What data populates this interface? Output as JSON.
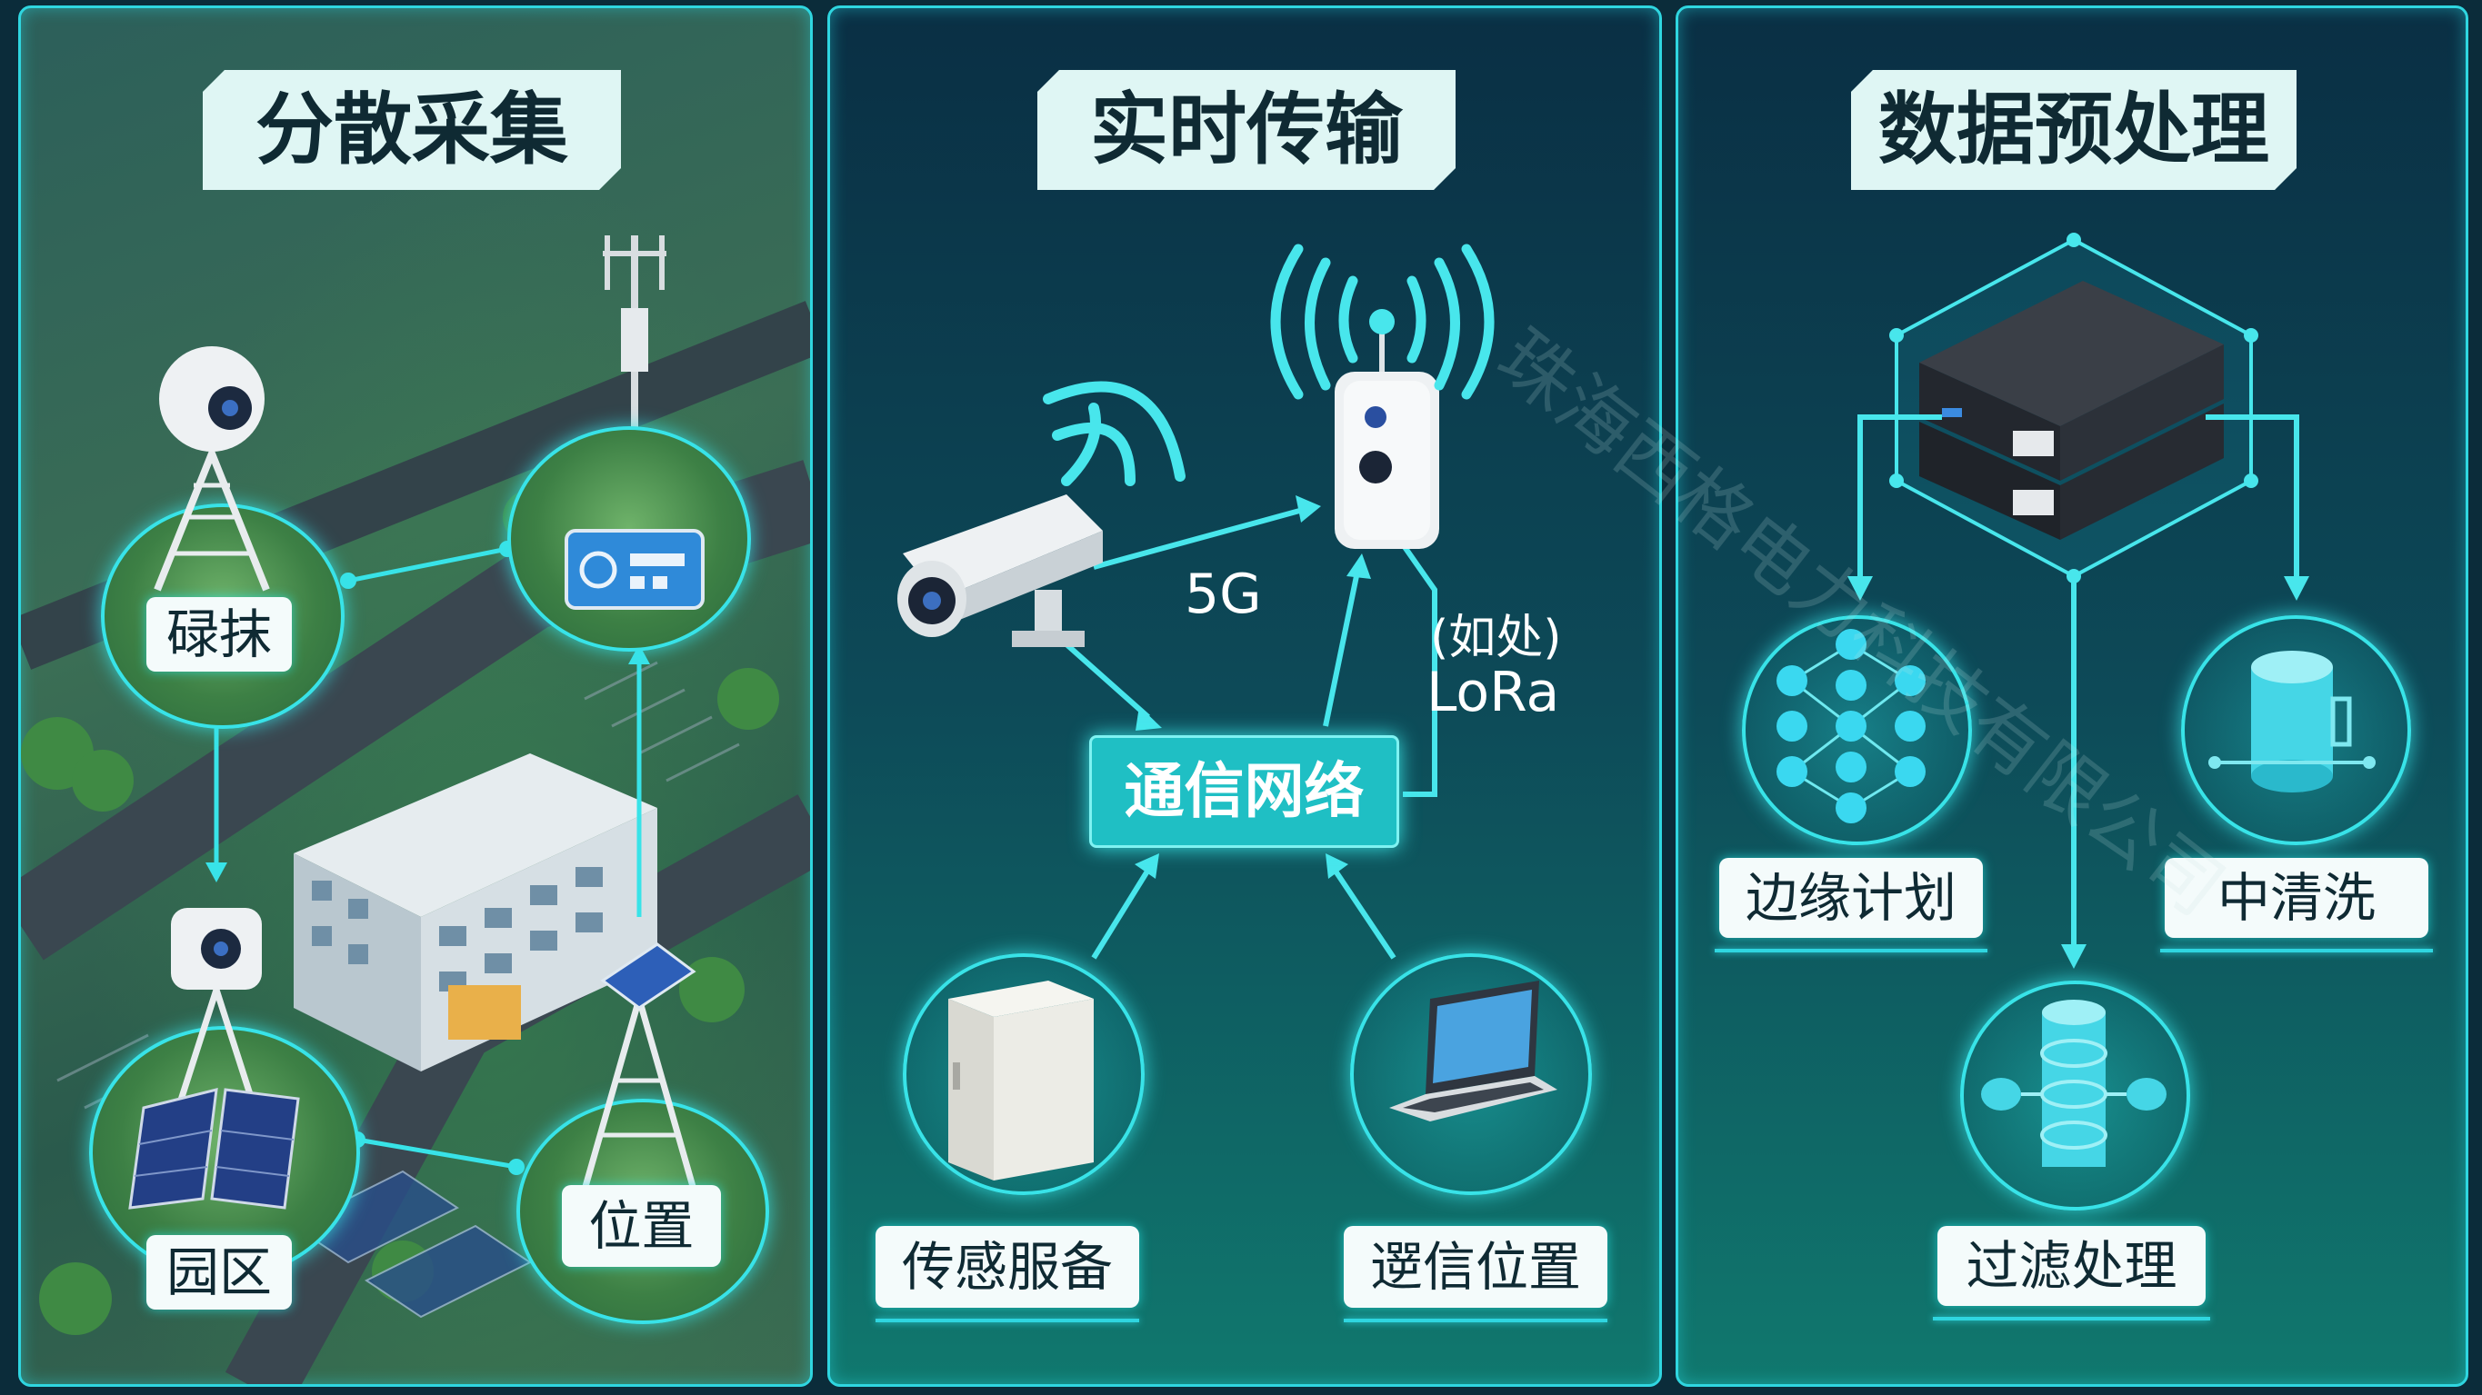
{
  "panels": [
    {
      "title": "分散采集",
      "nodes": [
        "碌抹",
        "园区",
        "位置"
      ]
    },
    {
      "title": "实时传输",
      "network": "通信网络",
      "link_5g": "5G",
      "link_lora_note": "(如处)",
      "link_lora": "LoRa",
      "nodes": [
        "传感服备",
        "遻信位置"
      ]
    },
    {
      "title": "数据预处理",
      "nodes": [
        "边缘计划",
        "中清洗",
        "过滤处理"
      ]
    }
  ],
  "watermark": "珠海西格电力科技有限公司",
  "colors": {
    "accent": "#2fd6e0",
    "label_bg": "#f4fbfb",
    "network_box": "#1fbfc4"
  }
}
